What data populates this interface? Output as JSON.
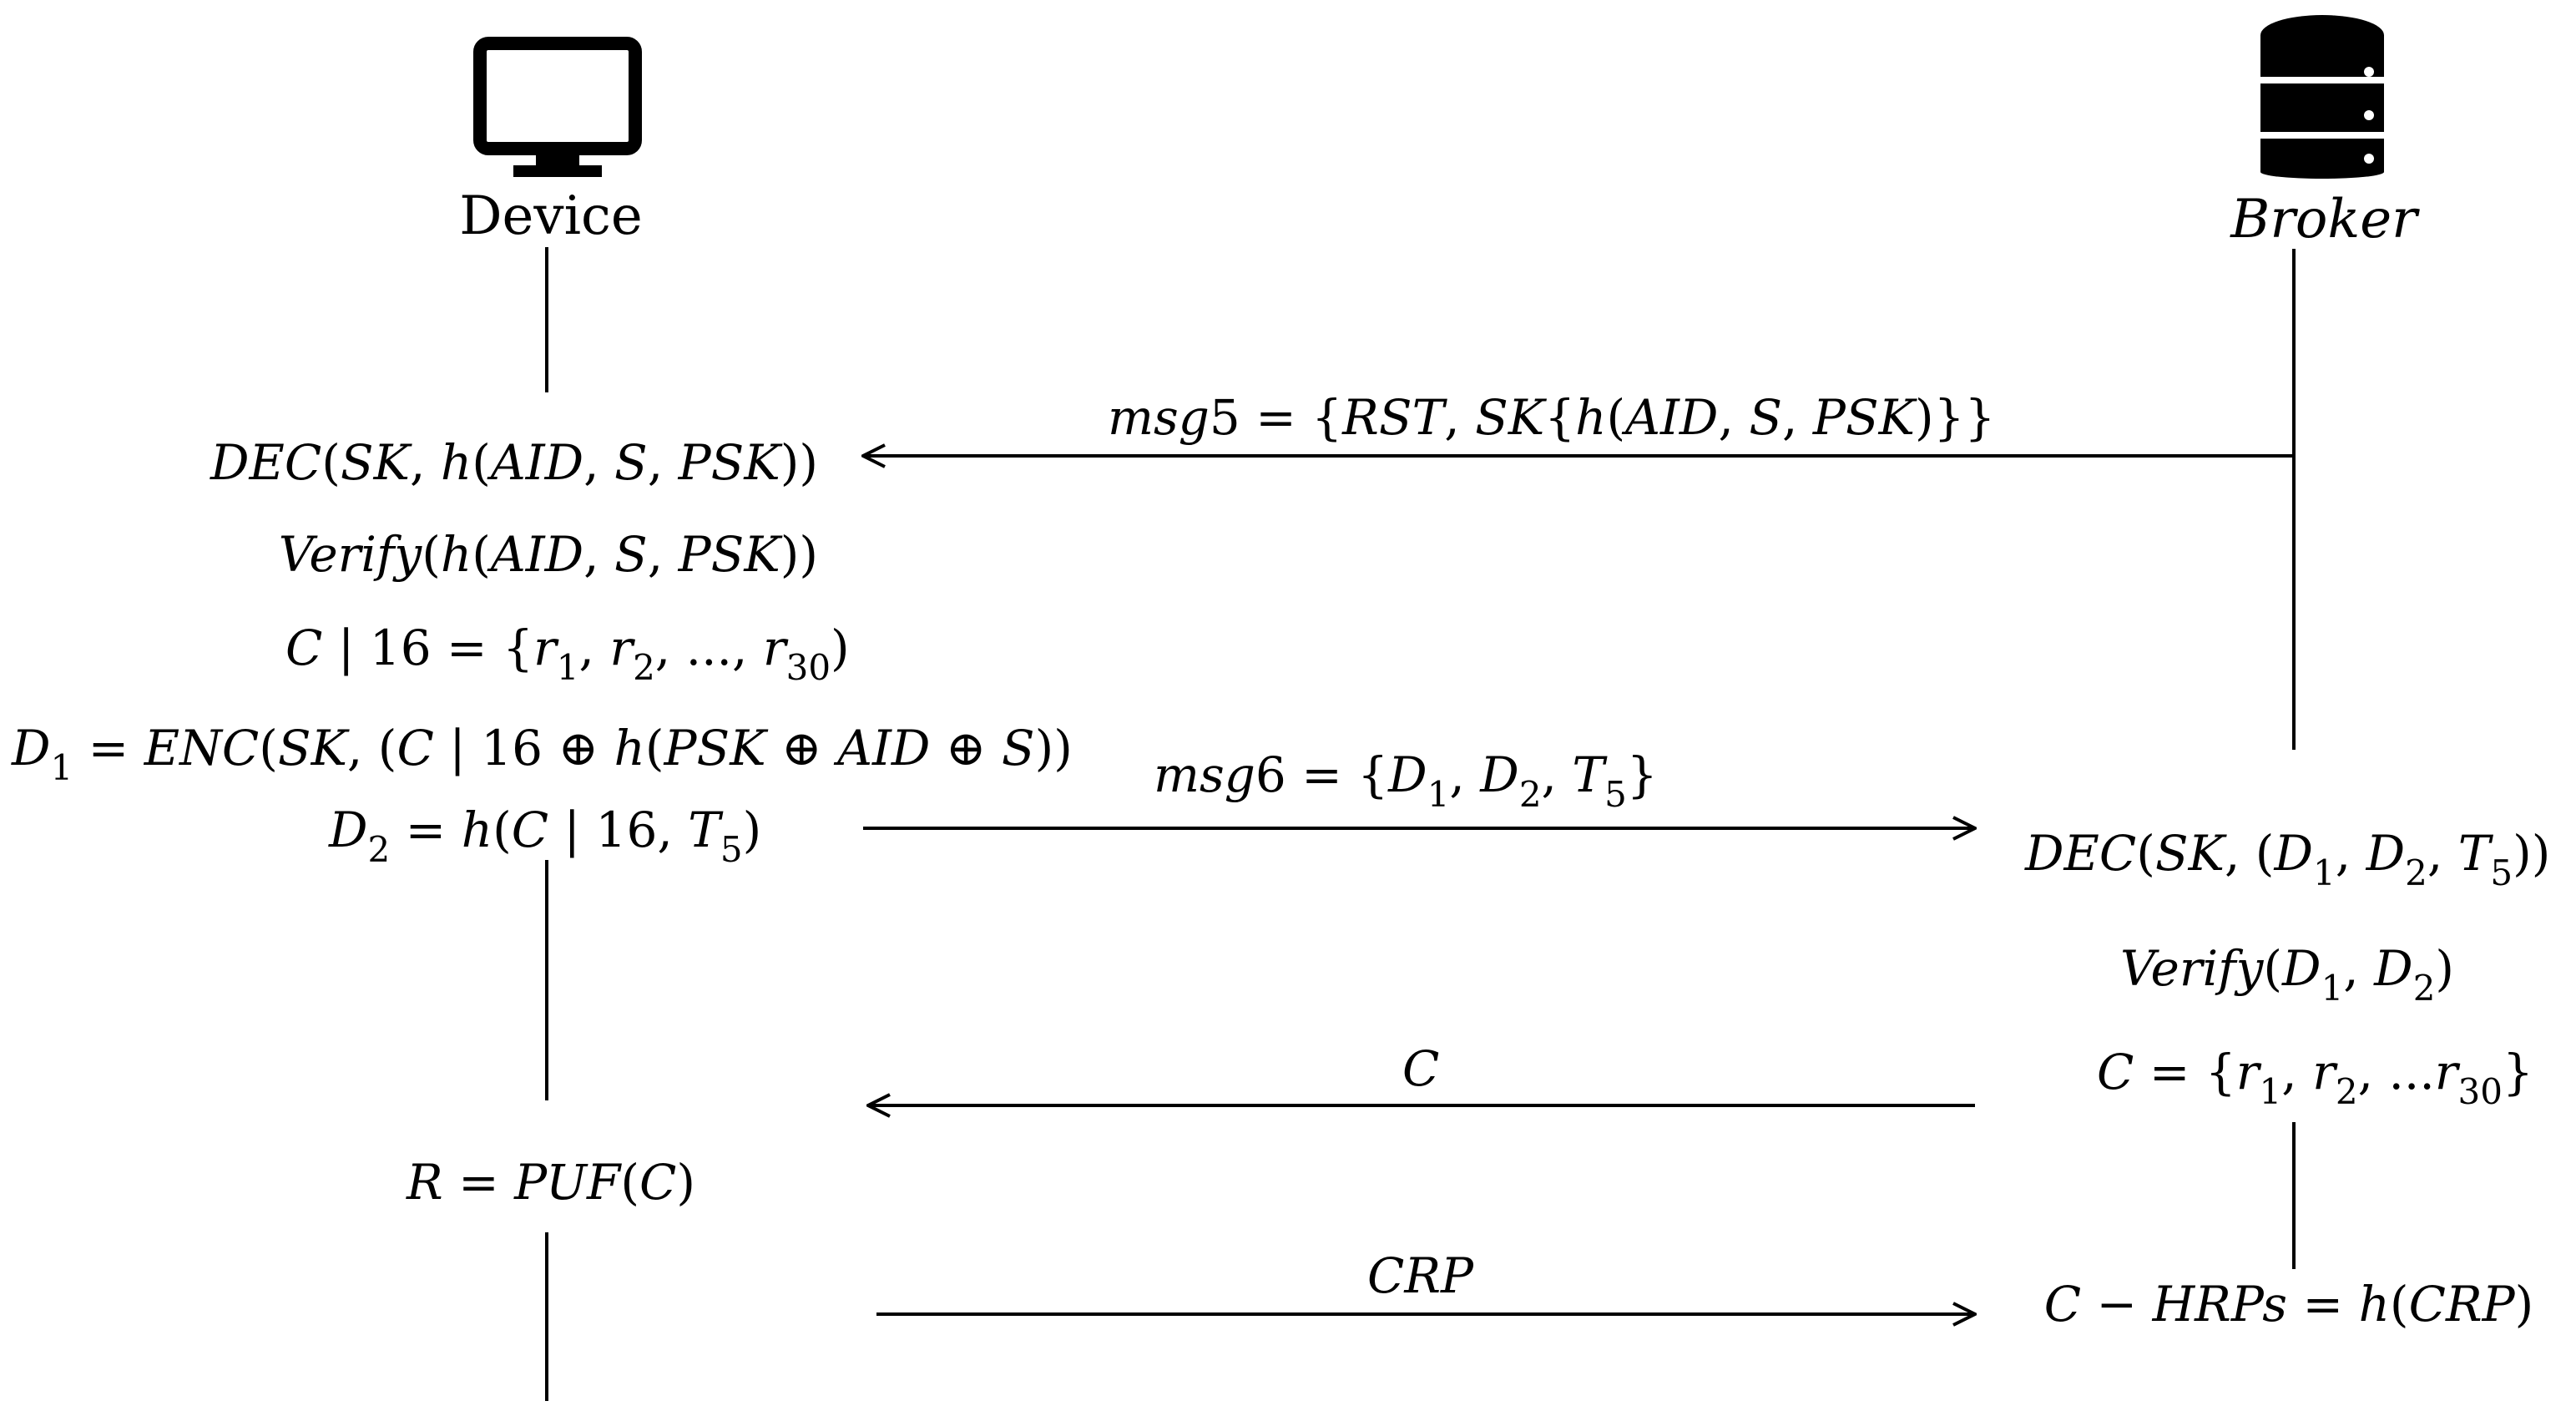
{
  "actors": {
    "device": {
      "label": "Device",
      "icon": "monitor-icon"
    },
    "broker": {
      "label": "Broker",
      "icon": "database-server-icon"
    }
  },
  "device_steps": {
    "dec": "DEC(SK, h(AID, S, PSK))",
    "verify": "Verify(h(AID, S, PSK))",
    "c16": "C | 16 = {r1, r2, ..., r30}",
    "d1": "D1 = ENC(SK, (C | 16 ⊕ h(PSK ⊕ AID ⊕ S))",
    "d2": "D2 = h(C | 16, T5)",
    "puf": "R = PUF(C)"
  },
  "broker_steps": {
    "dec": "DEC(SK, (D1, D2, T5))",
    "verify": "Verify(D1, D2)",
    "c": "C = {r1, r2, ...r30}",
    "hrps": "C − HRPs = h(CRP)"
  },
  "messages": {
    "msg5": {
      "label": "msg5 = {RST, SK{h(AID, S, PSK)}}",
      "direction": "broker-to-device"
    },
    "msg6": {
      "label": "msg6 = {D1, D2, T5}",
      "direction": "device-to-broker"
    },
    "c": {
      "label": "C",
      "direction": "broker-to-device"
    },
    "crp": {
      "label": "CRP",
      "direction": "device-to-broker"
    }
  }
}
